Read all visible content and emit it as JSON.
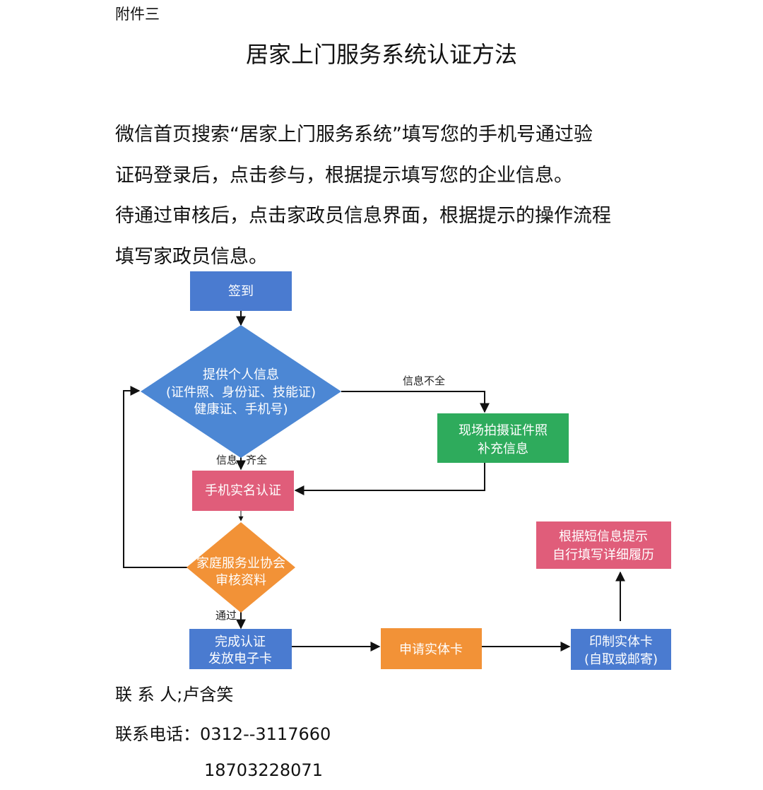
{
  "doc": {
    "attachment_label": "附件三",
    "title": "居家上门服务系统认证方法",
    "paragraph": [
      "微信首页搜索“居家上门服务系统”填写您的手机号通过验",
      "证码登录后，点击参与，根据提示填写您的企业信息。",
      "待通过审核后，点击家政员信息界面，根据提示的操作流程",
      "填写家政员信息。"
    ]
  },
  "flowchart": {
    "nodes": {
      "sign_in": [
        "签到"
      ],
      "provide_info": [
        "提供个人信息",
        "(证件照、身份证、技能证)",
        "健康证、手机号)"
      ],
      "onsite_photo": [
        "现场拍摄证件照",
        "补充信息"
      ],
      "realname": [
        "手机实名认证"
      ],
      "review": [
        "家庭服务业协会",
        "审核资料"
      ],
      "complete": [
        "完成认证",
        "发放电子卡"
      ],
      "apply_card": [
        "申请实体卡"
      ],
      "print_card": [
        "印制实体卡",
        "(自取或邮寄)"
      ],
      "sms_resume": [
        "根据短信息提示",
        "自行填写详细履历"
      ]
    },
    "edge_labels": {
      "incomplete": "信息不全",
      "complete_left": "信息",
      "complete_right": "齐全",
      "passed": "通过"
    },
    "colors": {
      "blue_box": "#4a7bd0",
      "diamond_blue": "#4c87d4",
      "green": "#2eab5c",
      "pink": "#e05d7a",
      "orange": "#f29237"
    }
  },
  "contact": {
    "person_line": "联  系  人;卢含笑",
    "phone_line": "联系电话：0312--3117660",
    "mobile": "18703228071"
  }
}
